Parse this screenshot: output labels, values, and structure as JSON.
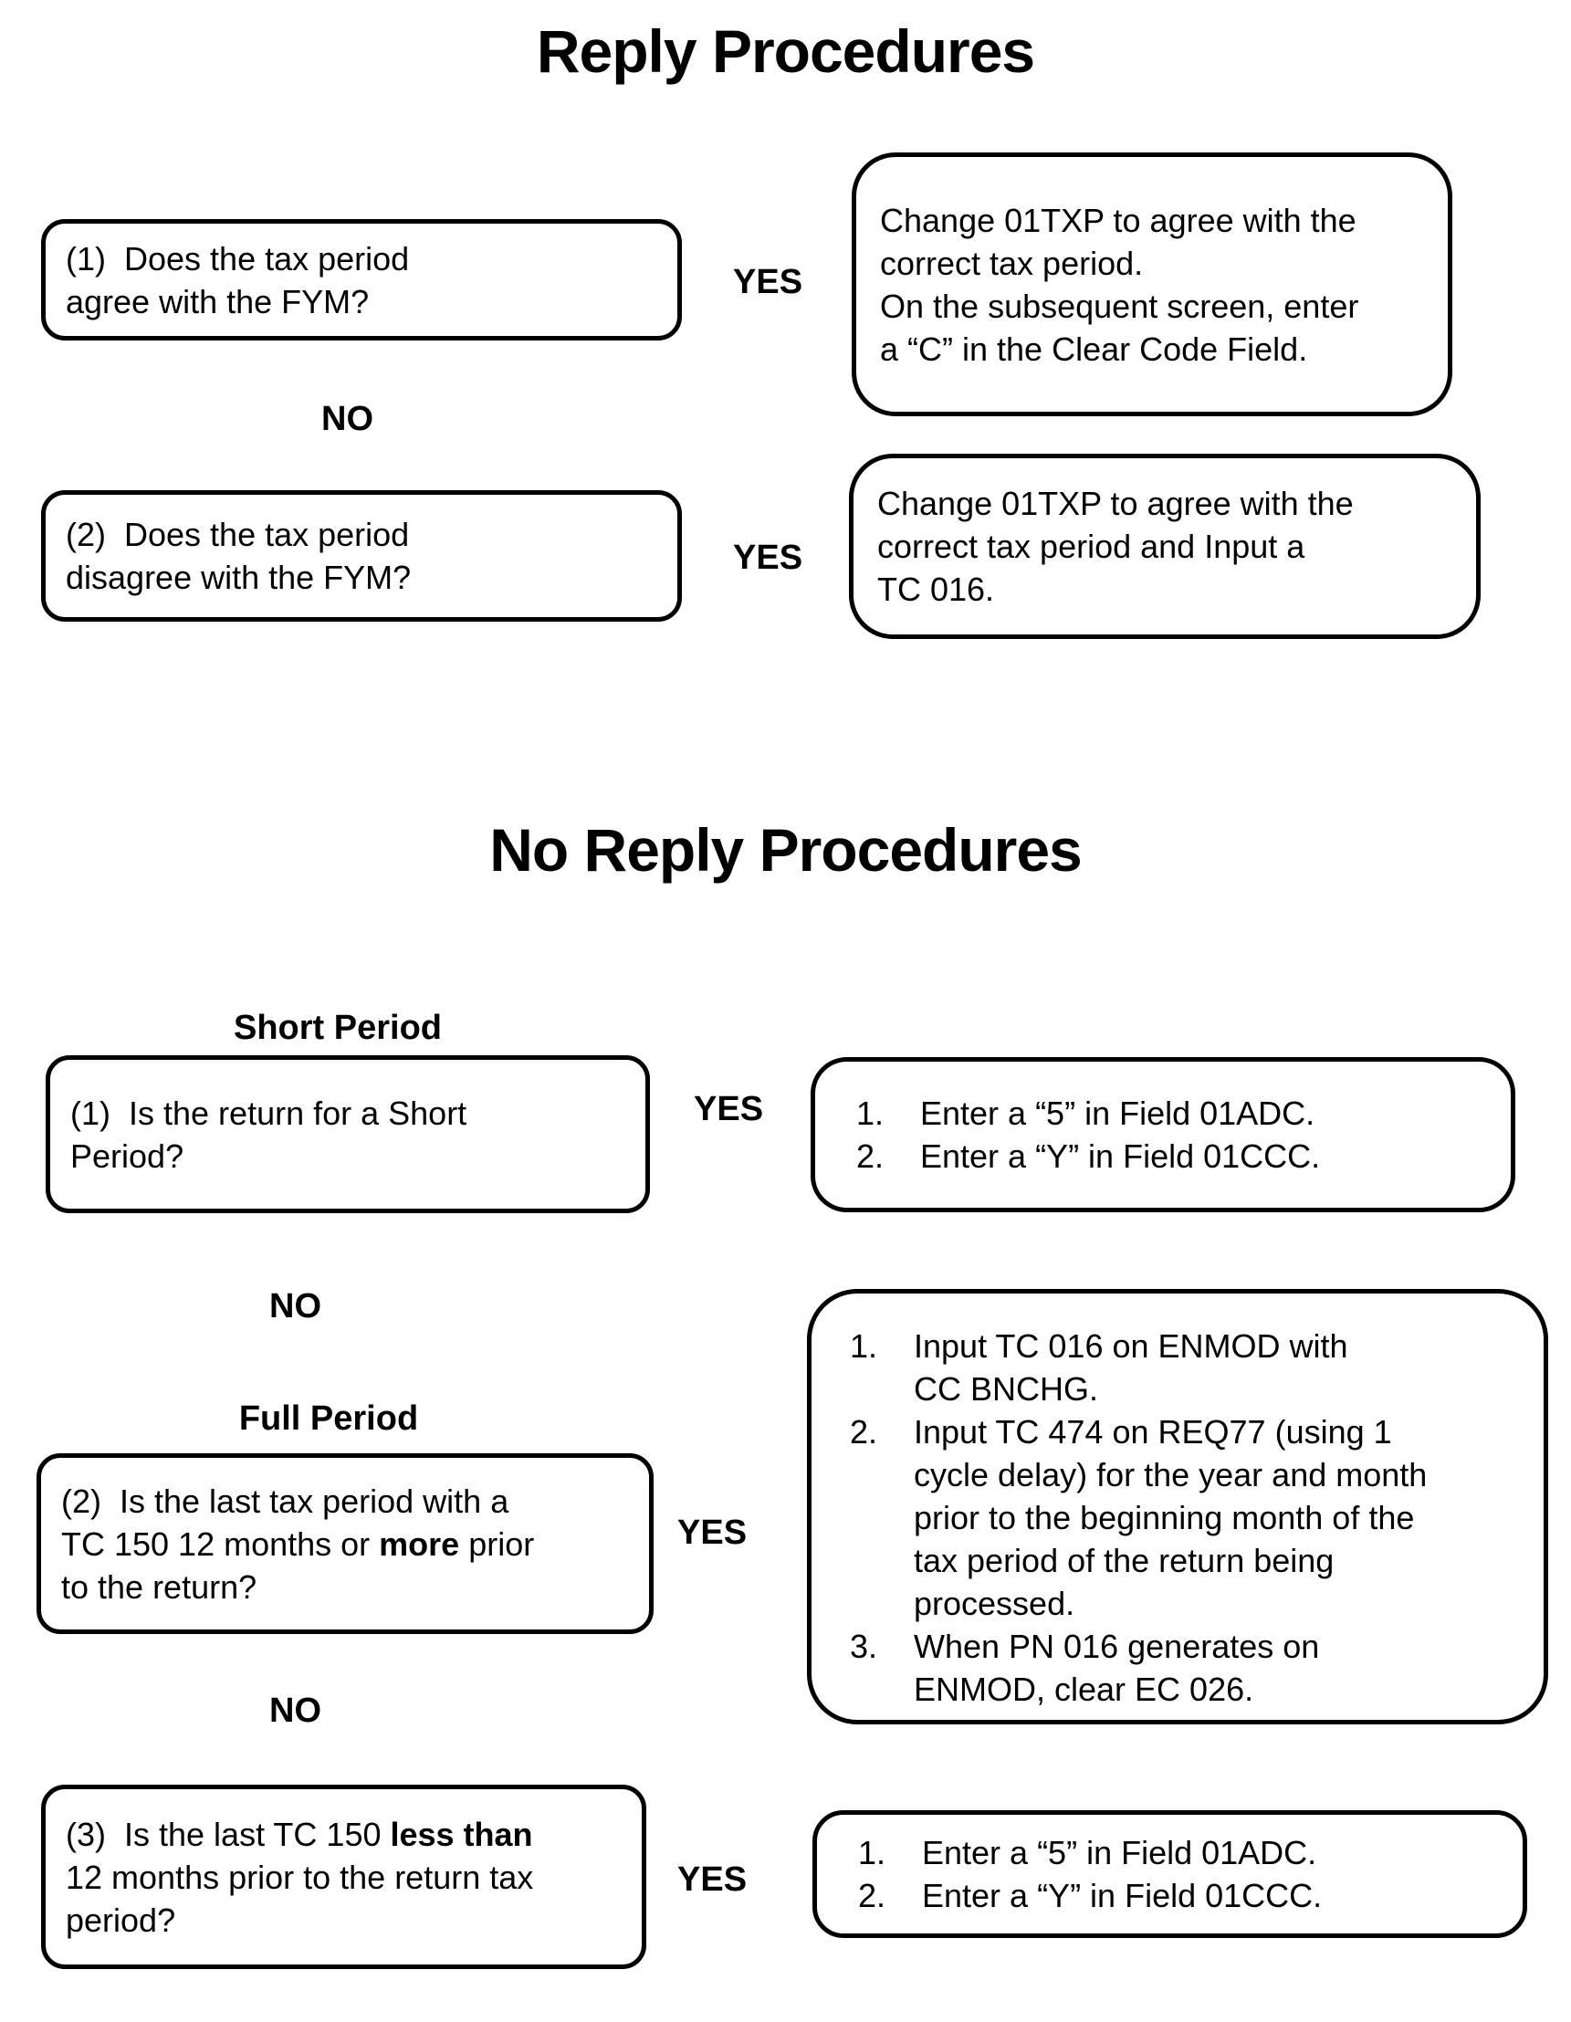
{
  "s1": {
    "title": "Reply Procedures",
    "q1": "(1)  Does the tax period\nagree with the FYM?",
    "yes1": "YES",
    "a1": "Change 01TXP to agree with the\ncorrect tax period.\nOn the subsequent screen, enter\na “C” in the Clear Code Field.",
    "no1": "NO",
    "q2": "(2)  Does the tax period\ndisagree with the FYM?",
    "yes2": "YES",
    "a2": "Change 01TXP to agree with the\ncorrect tax period and Input a\nTC 016."
  },
  "s2": {
    "title": "No Reply Procedures",
    "short_heading": "Short Period",
    "q1": "(1)  Is the return for a Short\nPeriod?",
    "yes1": "YES",
    "a1_items": [
      {
        "num": "1.",
        "text": "Enter a “5” in Field 01ADC."
      },
      {
        "num": "2.",
        "text": "Enter a “Y” in Field 01CCC."
      }
    ],
    "no1": "NO",
    "full_heading": "Full Period",
    "q2": {
      "pre": "(2)  Is the last tax period with a\nTC 150 12 months or ",
      "bold": "more",
      "post": " prior\nto the return?"
    },
    "yes2": "YES",
    "a2_items": [
      {
        "num": "1.",
        "text": "Input TC 016 on ENMOD with\nCC BNCHG."
      },
      {
        "num": "2.",
        "text": "Input TC 474 on REQ77 (using 1\ncycle delay) for the year and month\nprior to the beginning month of the\ntax period of the return being\nprocessed."
      },
      {
        "num": "3.",
        "text": "When PN 016 generates on\nENMOD, clear EC 026."
      }
    ],
    "no2": "NO",
    "q3": {
      "pre": "(3)  Is the last TC 150 ",
      "bold": "less than",
      "post": "\n12 months prior to the return tax\nperiod?"
    },
    "yes3": "YES",
    "a3_items": [
      {
        "num": "1.",
        "text": "Enter a “5” in Field 01ADC."
      },
      {
        "num": "2.",
        "text": "Enter a “Y” in Field 01CCC."
      }
    ]
  }
}
